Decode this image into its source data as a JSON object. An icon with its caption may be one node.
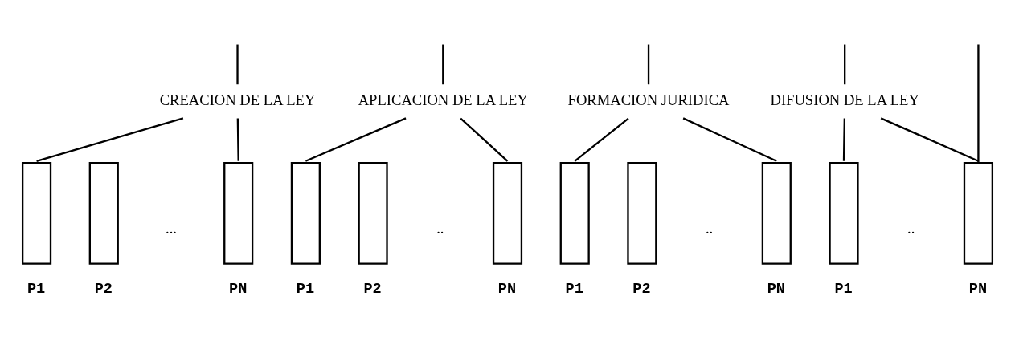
{
  "diagram": {
    "nodes": [
      {
        "text": [
          "CREACION DE LA LEY"
        ]
      },
      {
        "text": [],
        "shape": "box",
        "beside": [
          "P1"
        ]
      },
      {
        "text": [],
        "shape": "box",
        "beside": [
          "P2"
        ]
      },
      {
        "text": [],
        "shape": "box",
        "beside": [
          "PN"
        ]
      },
      {
        "text": [
          "APLICACION DE LA LEY"
        ]
      },
      {
        "text": [],
        "shape": "box",
        "beside": [
          "P1"
        ]
      },
      {
        "text": [],
        "shape": "box",
        "beside": [
          "P2"
        ]
      },
      {
        "text": [],
        "shape": "box",
        "beside": [
          "PN"
        ]
      },
      {
        "text": [
          "FORMACION JURIDICA"
        ]
      },
      {
        "text": [],
        "shape": "box",
        "beside": [
          "P1"
        ]
      },
      {
        "text": [],
        "shape": "box",
        "beside": [
          "P2"
        ]
      },
      {
        "text": [],
        "shape": "box",
        "beside": [
          "PN"
        ]
      },
      {
        "text": [
          "DIFUSION DE LA LEY"
        ]
      },
      {
        "text": [],
        "shape": "box",
        "beside": [
          "P1"
        ]
      },
      {
        "text": [],
        "shape": "box",
        "beside": [
          "PN"
        ]
      }
    ],
    "edges": [
      {
        "from": null,
        "to": 0,
        "arrow": "none"
      },
      {
        "from": null,
        "to": 4,
        "arrow": "none"
      },
      {
        "from": null,
        "to": 8,
        "arrow": "none"
      },
      {
        "from": null,
        "to": 12,
        "arrow": "none"
      },
      {
        "from": null,
        "to": 14,
        "arrow": "none"
      },
      {
        "from": 0,
        "to": 1,
        "arrow": "none"
      },
      {
        "from": 0,
        "to": 3,
        "arrow": "none"
      },
      {
        "from": 4,
        "to": 5,
        "arrow": "none"
      },
      {
        "from": 4,
        "to": 7,
        "arrow": "none"
      },
      {
        "from": 8,
        "to": 9,
        "arrow": "none"
      },
      {
        "from": 8,
        "to": 11,
        "arrow": "none"
      },
      {
        "from": 12,
        "to": 13,
        "arrow": "none"
      },
      {
        "from": 12,
        "to": 14,
        "arrow": "none"
      }
    ],
    "labels": [
      "...",
      "..",
      "..",
      ".."
    ]
  }
}
